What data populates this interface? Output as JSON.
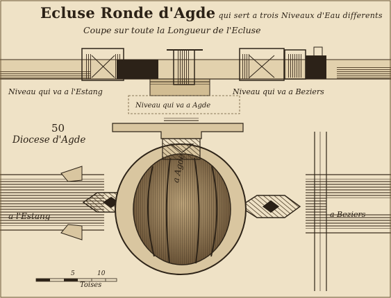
{
  "title": {
    "main": "Ecluse Ronde d'Agde",
    "suffix": "qui sert a trois Niveaux d'Eau differents"
  },
  "subtitle": "Coupe sur toute la Longueur de l'Ecluse",
  "levels": {
    "left": "Niveau qui va a l'Estang",
    "middle": "Niveau qui va a Agde",
    "right": "Niveau qui va a Beziers"
  },
  "plan": {
    "number": "50",
    "diocese": "Diocese d'Agde",
    "left_label": "a l'Estang",
    "right_label": "a Beziers",
    "basin_label": "a Agde"
  },
  "scale": {
    "tick_5": "5",
    "tick_10": "10",
    "unit": "Toises"
  },
  "colors": {
    "paper": "#efe2c6",
    "ink": "#2e2418",
    "water": "#7d6548",
    "stone": "#d9c6a0"
  }
}
